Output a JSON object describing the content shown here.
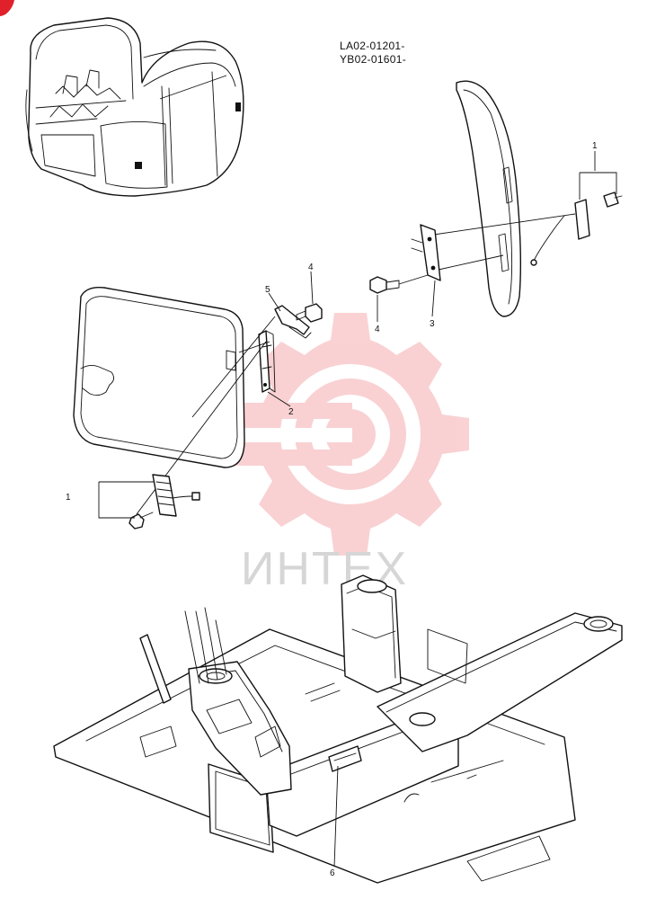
{
  "serials": [
    "LA02-01201-",
    "YB02-01601-"
  ],
  "callouts": {
    "part_1_right": "1",
    "part_1_left": "1",
    "part_2": "2",
    "part_3": "3",
    "part_4_upper": "4",
    "part_4_lower": "4",
    "part_5": "5",
    "part_6": "6"
  },
  "watermark": {
    "text": "ИНТЕХ",
    "color": "#e8343a"
  },
  "corner_mark_color": "#e0202a"
}
